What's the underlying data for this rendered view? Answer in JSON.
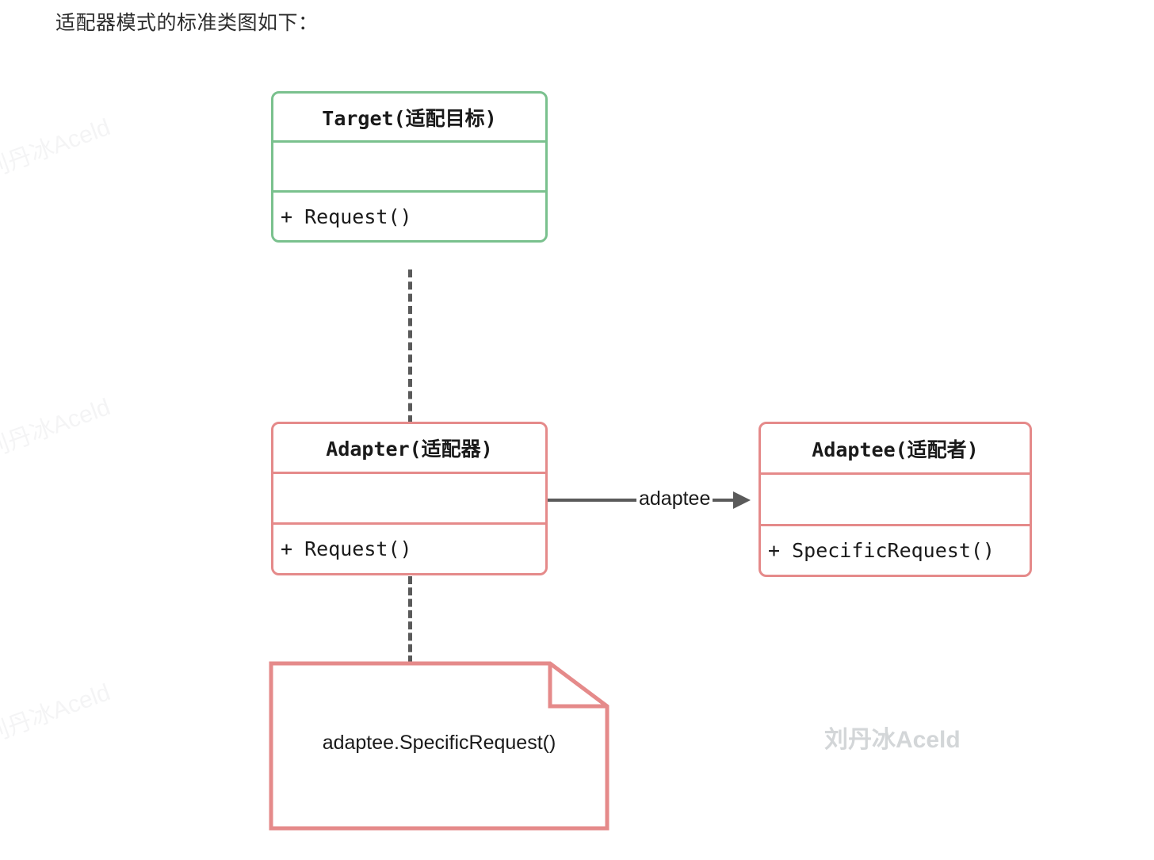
{
  "page": {
    "title": "适配器模式的标准类图如下：",
    "background_color": "#ffffff"
  },
  "watermarks": {
    "center": "刘丹冰Aceld",
    "edge": "刘丹冰Aceld",
    "center_color": "#d3d6d8"
  },
  "colors": {
    "target_border": "#7ac18e",
    "adapter_border": "#e58a8a",
    "adaptee_border": "#e58a8a",
    "note_border": "#e58a8a",
    "connector": "#5a5a5a",
    "text": "#1a1a1a"
  },
  "diagram": {
    "type": "uml-class-diagram",
    "classes": [
      {
        "id": "target",
        "name": "Target(适配目标)",
        "attributes": [],
        "operations": [
          "+ Request()"
        ],
        "border_color": "#7ac18e"
      },
      {
        "id": "adapter",
        "name": "Adapter(适配器)",
        "attributes": [],
        "operations": [
          "+ Request()"
        ],
        "border_color": "#e58a8a"
      },
      {
        "id": "adaptee",
        "name": "Adaptee(适配者)",
        "attributes": [],
        "operations": [
          "+ SpecificRequest()"
        ],
        "border_color": "#e58a8a"
      }
    ],
    "note": {
      "id": "note-adapter-body",
      "text": "adaptee.SpecificRequest()",
      "border_color": "#e58a8a"
    },
    "relations": [
      {
        "id": "realization",
        "from": "adapter",
        "to": "target",
        "kind": "realization",
        "line": "dashed",
        "arrowhead": "hollow-triangle",
        "label": ""
      },
      {
        "id": "association",
        "from": "adapter",
        "to": "adaptee",
        "kind": "association",
        "line": "solid",
        "arrowhead": "filled-arrow",
        "label": "adaptee"
      },
      {
        "id": "note-link",
        "from": "adapter",
        "to": "note-adapter-body",
        "kind": "note-anchor",
        "line": "dashed",
        "arrowhead": "none",
        "label": ""
      }
    ]
  }
}
